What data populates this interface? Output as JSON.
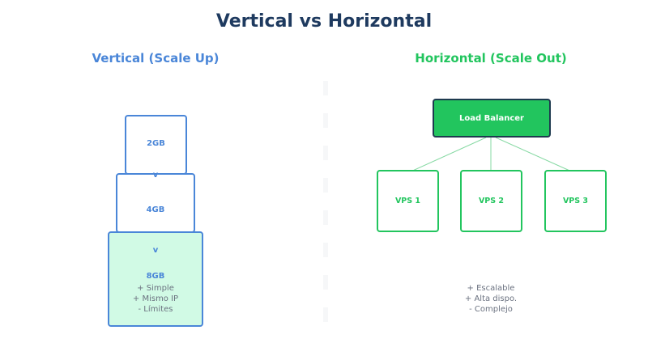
{
  "title": "Vertical vs Horizontal",
  "vertical": {
    "heading": "Vertical (Scale Up)",
    "tiers": [
      "2GB",
      "4GB",
      "8GB"
    ],
    "arrow": "v",
    "notes": [
      "+ Simple",
      "+ Mismo IP",
      "- Límites"
    ]
  },
  "horizontal": {
    "heading": "Horizontal (Scale Out)",
    "balancer": "Load Balancer",
    "servers": [
      "VPS 1",
      "VPS 2",
      "VPS 3"
    ],
    "notes": [
      "+ Escalable",
      "+ Alta dispo.",
      "- Complejo"
    ]
  },
  "colors": {
    "title": "#1e3a5f",
    "vertical_accent": "#4a86d8",
    "horizontal_accent": "#22c55e",
    "highlight_fill": "#d1fae5",
    "note_text": "#6b7280"
  }
}
